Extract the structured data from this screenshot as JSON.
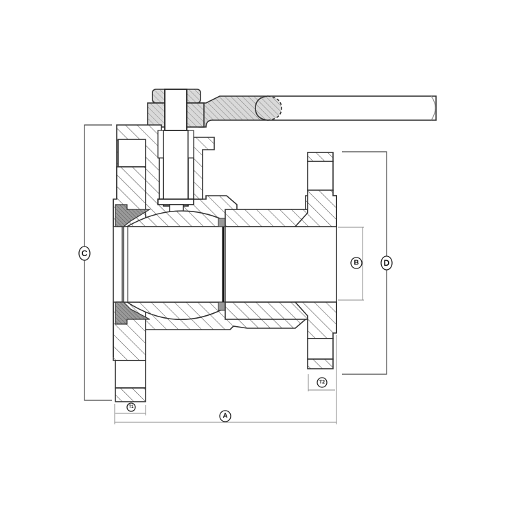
{
  "diagram": {
    "subject": "Flanged ball valve cross-section",
    "colors": {
      "outline": "#333333",
      "hatch": "#555555",
      "seat_fill": "#8a8a8a",
      "background": "#ffffff"
    },
    "dimension_labels": {
      "A": "A",
      "B": "B",
      "C": "C",
      "D": "D",
      "T1": "T1",
      "T2": "T2"
    },
    "dimension_meanings": {
      "A": "face-to-face length",
      "B": "bore diameter",
      "C": "left flange outer diameter",
      "D": "right flange outer diameter",
      "T1": "left flange thickness",
      "T2": "right flange thickness"
    },
    "components": [
      "lever-handle",
      "stem-nut",
      "stem",
      "gland",
      "body",
      "end-cap",
      "ball",
      "seat-left",
      "seat-right",
      "flange-left",
      "flange-right"
    ]
  }
}
